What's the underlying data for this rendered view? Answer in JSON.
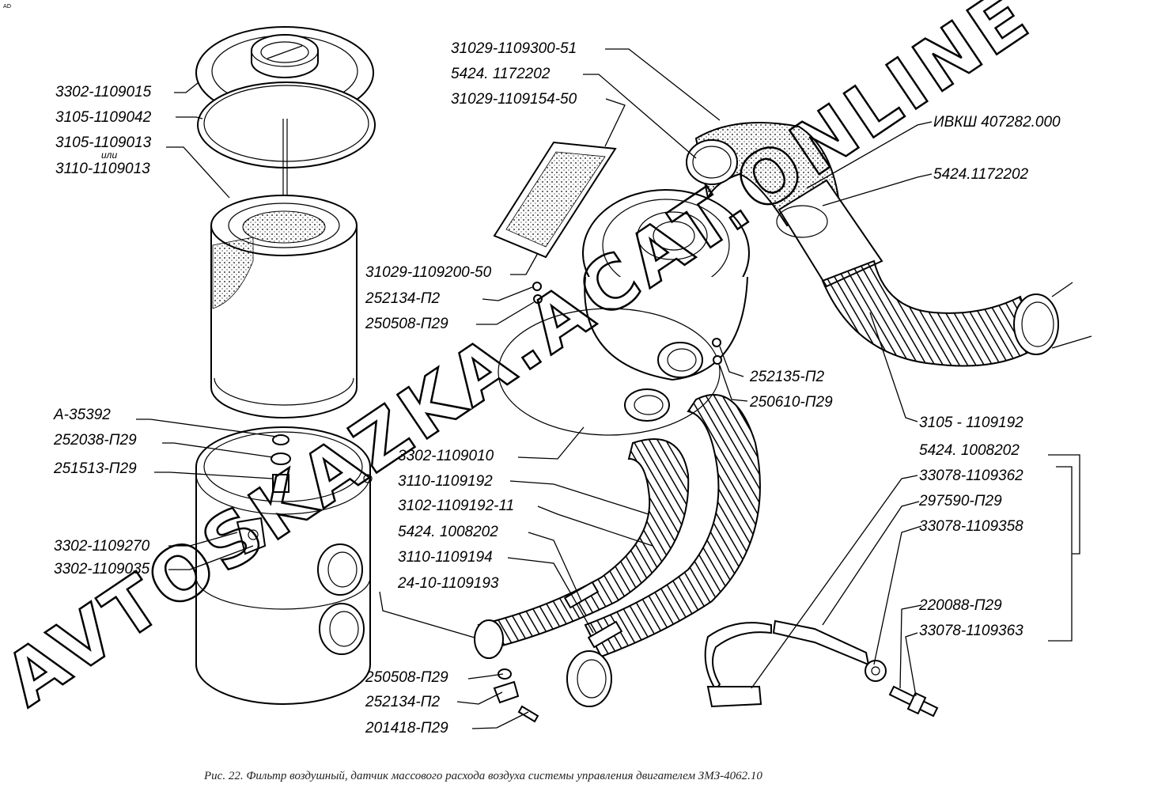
{
  "corner_mark": "AD",
  "watermark": "AVTOSKAZKA.ACAT.ONLINE",
  "caption": "Рис. 22. Фильтр воздушный, датчик массового расхода воздуха системы управления двигателем ЗМЗ-4062.10",
  "labels": {
    "l1": "3302-1109015",
    "l2": "3105-1109042",
    "l3": "3105-1109013",
    "l3_or": "или",
    "l4": "3110-1109013",
    "l5": "A-35392",
    "l6": "252038-П29",
    "l7": "251513-П29",
    "l8": "3302-1109270",
    "l9": "3302-1109035",
    "c1": "31029-1109300-51",
    "c2": "5424. 1172202",
    "c3": "31029-1109154-50",
    "c4": "31029-1109200-50",
    "c5": "252134-П2",
    "c6": "250508-П29",
    "c7": "252135-П2",
    "c8": "250610-П29",
    "c9": "3302-1109010",
    "c10": "3110-1109192",
    "c11": "3102-1109192-11",
    "c12": "5424. 1008202",
    "c13": "3110-1109194",
    "c14": "24-10-1109193",
    "c15": "250508-П29",
    "c16": "252134-П2",
    "c17": "201418-П29",
    "r1": "ИВКШ 407282.000",
    "r2": "5424.1172202",
    "r3": "3105 - 1109192",
    "r4": "5424. 1008202",
    "r5": "33078-1109362",
    "r6": "297590-П29",
    "r7": "33078-1109358",
    "r8": "220088-П29",
    "r9": "33078-1109363"
  }
}
